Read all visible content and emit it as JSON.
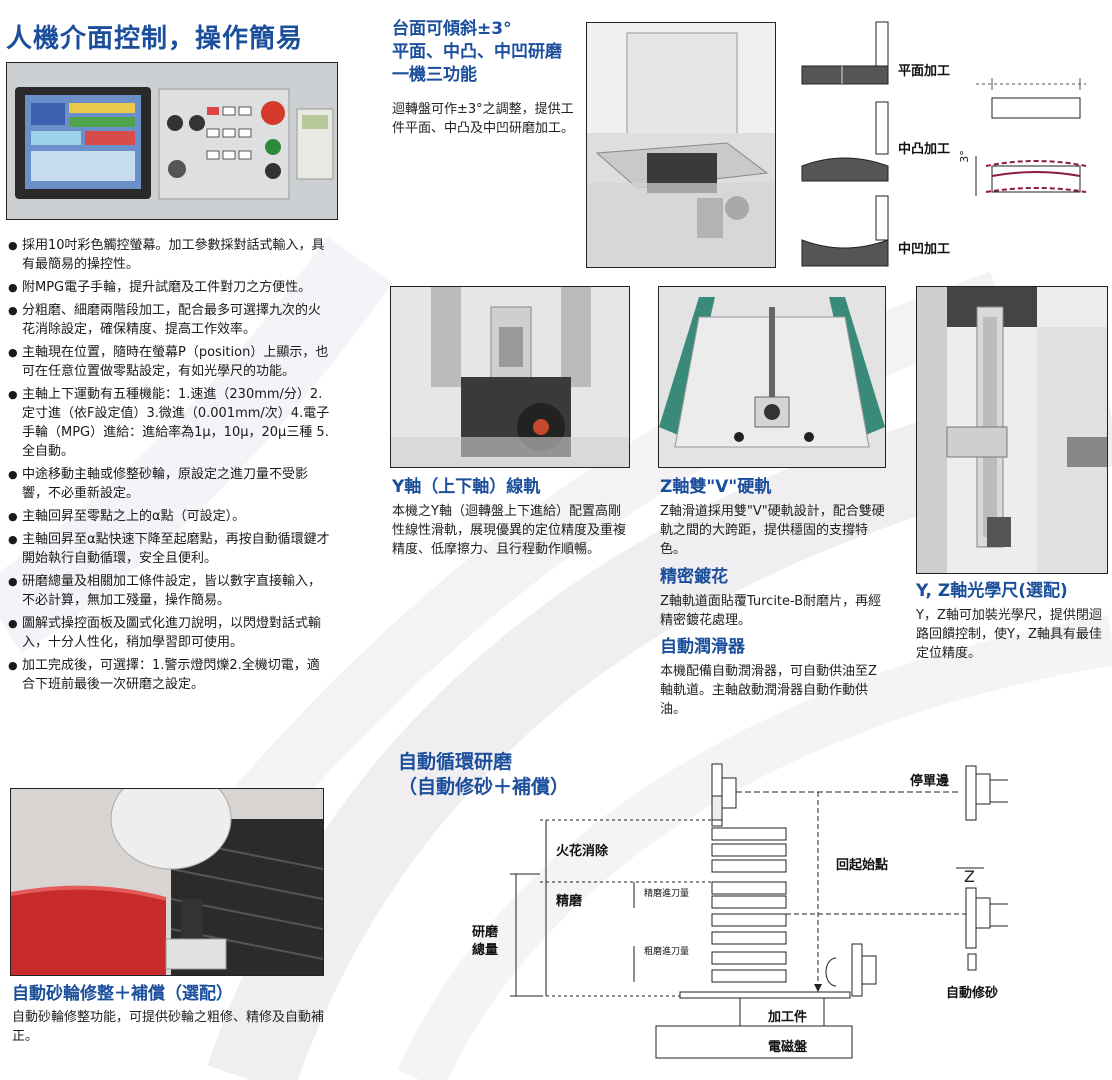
{
  "header": {
    "title": "人機介面控制，操作簡易"
  },
  "bullets": [
    "採用10吋彩色觸控螢幕。加工參數採對話式輸入，具有最簡易的操控性。",
    "附MPG電子手輪，提升試磨及工件對刀之方便性。",
    "分粗磨、細磨兩階段加工，配合最多可選擇九次的火花消除設定，確保精度、提高工作效率。",
    "主軸現在位置，隨時在螢幕P（position）上顯示，也可在任意位置做零點設定，有如光學尺的功能。",
    "主軸上下運動有五種機能：1.速進（230mm/分）2.定寸進（依F設定值）3.微進（0.001mm/次）4.電子手輪（MPG）進給：進給率為1μ，10μ，20μ三種 5.全自動。",
    "中途移動主軸或修整砂輪，原設定之進刀量不受影響，不必重新設定。",
    "主軸回昇至零點之上的α點（可設定）。",
    "主軸回昇至α點快速下降至起磨點，再按自動循環鍵才開始執行自動循環，安全且便利。",
    "研磨總量及相關加工條件設定，皆以數字直接輸入，不必計算，無加工殘量，操作簡易。",
    "圖解式操控面板及圖式化進刀說明，以閃燈對話式輸入，十分人性化，稍加學習即可使用。",
    "加工完成後，可選擇：1.警示燈閃爍2.全機切電，適合下班前最後一次研磨之設定。"
  ],
  "tilt": {
    "title": [
      "台面可傾斜±3°",
      "平面、中凸、中凹研磨",
      "一機三功能"
    ],
    "body": "迴轉盤可作±3°之調整，提供工件平面、中凸及中凹研磨加工。",
    "labels": {
      "flat": "平面加工",
      "convex": "中凸加工",
      "concave": "中凹加工",
      "angle": "3°"
    }
  },
  "y_axis": {
    "title": "Y軸（上下軸）線軌",
    "body": "本機之Y軸（迴轉盤上下進給）配置高剛性線性滑軌，展現優異的定位精度及重複精度、低摩擦力、且行程動作順暢。"
  },
  "z_axis": {
    "title": "Z軸雙\"V\"硬軌",
    "body": "Z軸滑道採用雙\"V\"硬軌設計，配合雙硬軌之間的大跨距，提供穩固的支撐特色。",
    "plating_title": "精密鍍花",
    "plating_body": "Z軸軌道面貼覆Turcite-B耐磨片，再經精密鍍花處理。",
    "lube_title": "自動潤滑器",
    "lube_body": "本機配備自動潤滑器，可自動供油至Z軸軌道。主軸啟動潤滑器自動作動供油。"
  },
  "scale": {
    "title": "Y, Z軸光學尺(選配)",
    "body": "Y，Z軸可加裝光學尺，提供閉迴路回饋控制，使Y，Z軸具有最佳定位精度。"
  },
  "dresser": {
    "title": "自動砂輪修整＋補償（選配）",
    "body": "自動砂輪修整功能，可提供砂輪之粗修、精修及自動補正。"
  },
  "cycle": {
    "title": [
      "自動循環研磨",
      "（自動修砂＋補償）"
    ],
    "labels": {
      "spark_out": "火花消除",
      "fine": "精磨",
      "fine_feed": "精磨進刀量",
      "total": [
        "研磨",
        "總量"
      ],
      "rough_feed": "粗磨進刀量",
      "stop": "停單邊",
      "return": "回起始點",
      "auto_dress": "自動修砂",
      "workpiece": "加工件",
      "chuck": "電磁盤"
    }
  },
  "colors": {
    "accent": "#1b4f9c",
    "outline": "#222222",
    "shape_fill": "#555555",
    "highlight": "#8a1a4a"
  }
}
